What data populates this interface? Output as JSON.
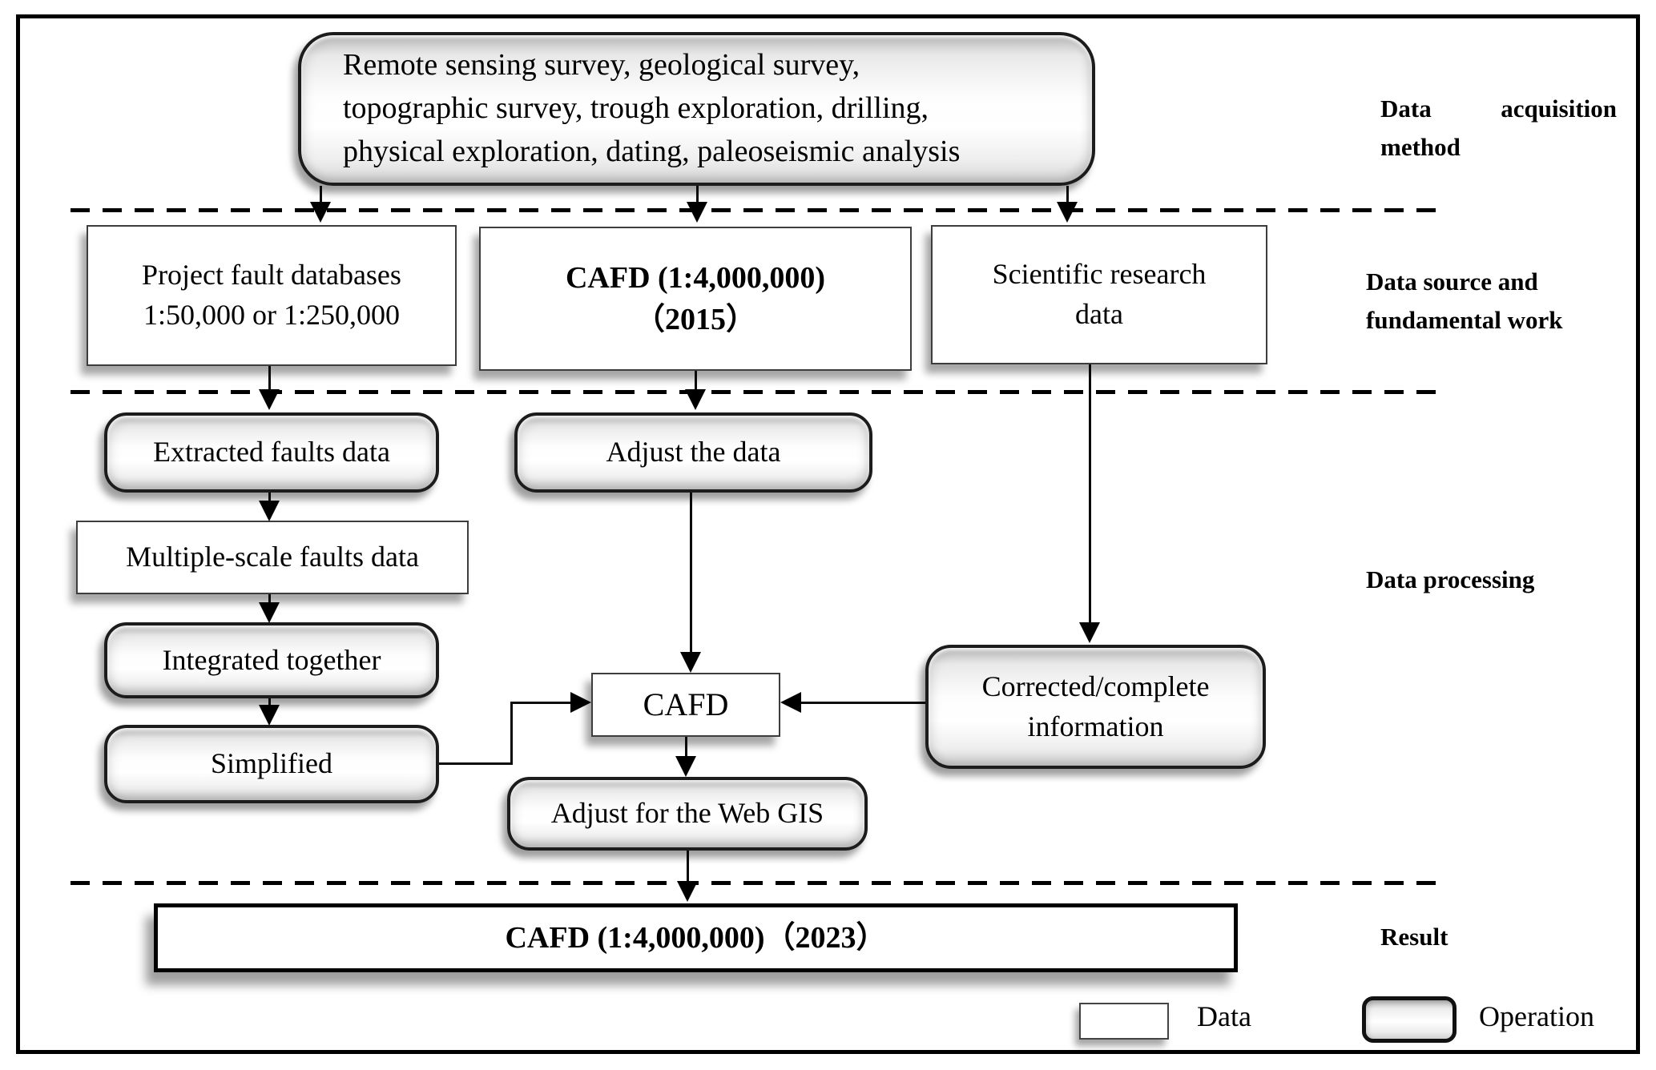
{
  "nodes": {
    "methods": "Remote sensing survey, geological survey,\ntopographic survey, trough exploration, drilling,\nphysical exploration, dating, paleoseismic analysis",
    "project_db": "Project fault databases\n1:50,000 or 1:250,000",
    "cafd_2015": "CAFD (1:4,000,000)\n（2015）",
    "sci_data": "Scientific research\ndata",
    "extracted": "Extracted faults data",
    "multiscale": "Multiple-scale faults data",
    "integrated": "Integrated together",
    "simplified": "Simplified",
    "adjust_data": "Adjust the data",
    "cafd": "CAFD",
    "corrected": "Corrected/complete\ninformation",
    "web_gis": "Adjust for the Web GIS",
    "result": "CAFD (1:4,000,000)（2023）"
  },
  "stage_labels": {
    "acquisition": "Data acquisition method",
    "source": "Data source and fundamental work",
    "processing": "Data processing",
    "result": "Result"
  },
  "legend": {
    "data": "Data",
    "operation": "Operation"
  }
}
